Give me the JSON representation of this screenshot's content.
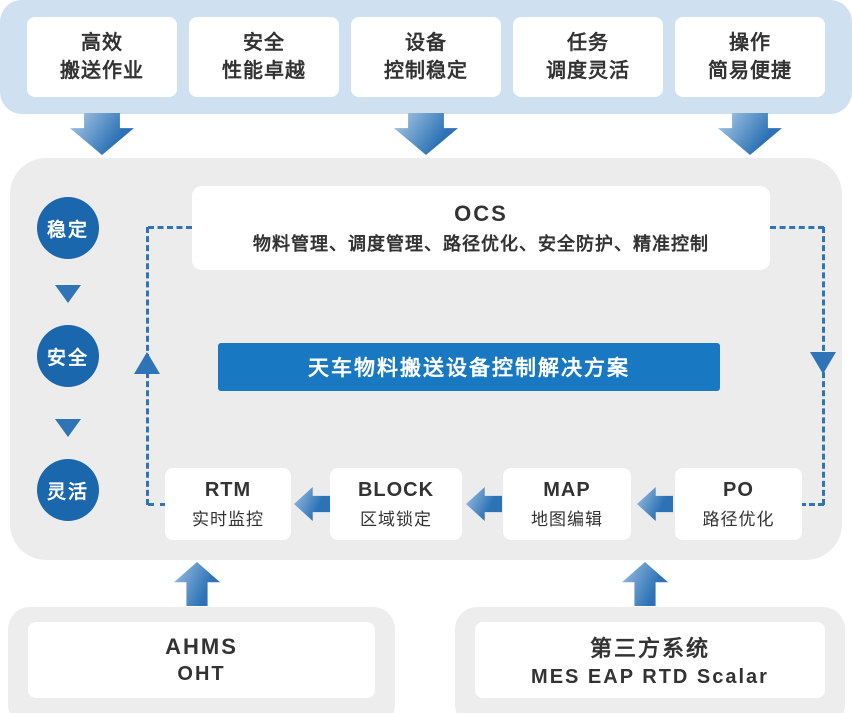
{
  "features": [
    {
      "line1": "高效",
      "line2": "搬送作业"
    },
    {
      "line1": "安全",
      "line2": "性能卓越"
    },
    {
      "line1": "设备",
      "line2": "控制稳定"
    },
    {
      "line1": "任务",
      "line2": "调度灵活"
    },
    {
      "line1": "操作",
      "line2": "简易便捷"
    }
  ],
  "badges": [
    {
      "label": "稳定"
    },
    {
      "label": "安全"
    },
    {
      "label": "灵活"
    }
  ],
  "ocs": {
    "title": "OCS",
    "subtitle": "物料管理、调度管理、路径优化、安全防护、精准控制"
  },
  "banner": {
    "label": "天车物料搬送设备控制解决方案"
  },
  "modules": [
    {
      "abbr": "RTM",
      "label": "实时监控"
    },
    {
      "abbr": "BLOCK",
      "label": "区域锁定"
    },
    {
      "abbr": "MAP",
      "label": "地图编辑"
    },
    {
      "abbr": "PO",
      "label": "路径优化"
    }
  ],
  "systems": [
    {
      "line1": "AHMS",
      "line2": "OHT"
    },
    {
      "line1": "第三方系统",
      "line2": "MES EAP RTD Scalar"
    }
  ],
  "colors": {
    "top_bar_bg": "#cfe0f1",
    "panel_bg": "#ececec",
    "circle_blue": "#1b67ae",
    "banner_blue": "#1879c2",
    "dash_blue": "#2f74b6",
    "arrow_dark": "#2d72b5",
    "arrow_light": "#9fc3e2",
    "text_dark": "#333333"
  }
}
